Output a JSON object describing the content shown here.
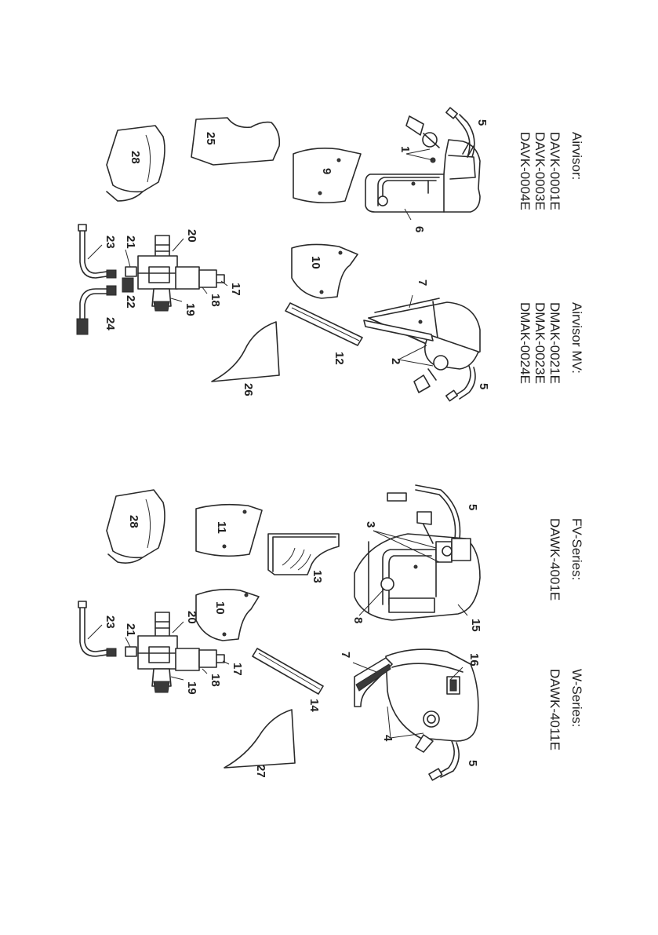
{
  "sections": [
    {
      "title": "Airvisor:",
      "models": [
        "DAVK-0001E",
        "DAVK-0003E",
        "DAVK-0004E"
      ]
    },
    {
      "title": "Airvisor MV:",
      "models": [
        "DMAK-0021E",
        "DMAK-0023E",
        "DMAK-0024E"
      ]
    },
    {
      "title": "FV-Series:",
      "models": [
        "DAWK-4001E"
      ]
    },
    {
      "title": "W-Series:",
      "models": [
        "DAWK-4011E"
      ]
    }
  ],
  "callouts": {
    "c1": "1",
    "c2": "2",
    "c3": "3",
    "c4": "4",
    "c5a": "5",
    "c5b": "5",
    "c5c": "5",
    "c5d": "5",
    "c6": "6",
    "c7a": "7",
    "c7b": "7",
    "c8": "8",
    "c9": "9",
    "c10a": "10",
    "c10b": "10",
    "c11": "11",
    "c12": "12",
    "c13": "13",
    "c14": "14",
    "c15": "15",
    "c16": "16",
    "c17a": "17",
    "c17b": "17",
    "c18a": "18",
    "c18b": "18",
    "c19a": "19",
    "c19b": "19",
    "c20a": "20",
    "c20b": "20",
    "c21a": "21",
    "c21b": "21",
    "c22": "22",
    "c23a": "23",
    "c23b": "23",
    "c24": "24",
    "c25": "25",
    "c26": "26",
    "c27": "27",
    "c28a": "28",
    "c28b": "28"
  }
}
